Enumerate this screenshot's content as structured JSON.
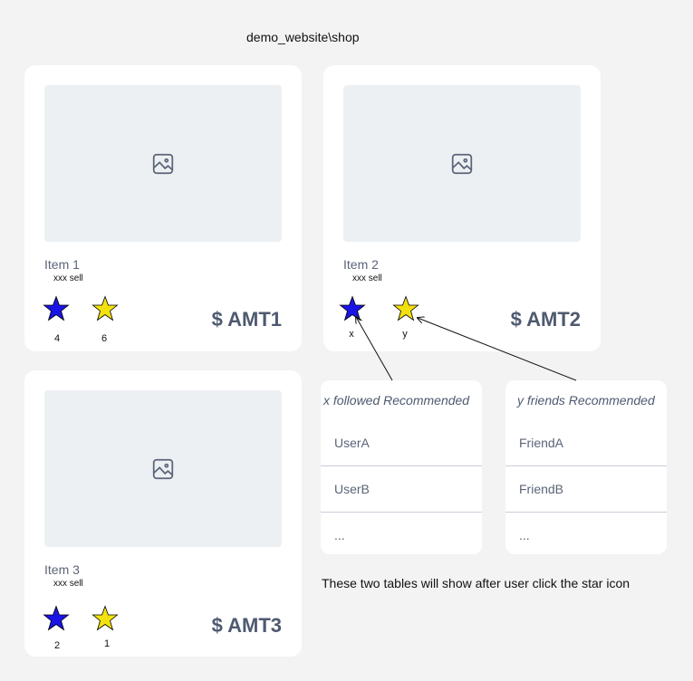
{
  "breadcrumb": "demo_website\\shop",
  "colors": {
    "star_blue": "#1a14e6",
    "star_yellow": "#f3e10f"
  },
  "products": [
    {
      "name": "Item 1",
      "sub": "xxx sell",
      "price": "$ AMT1",
      "blue_label": "4",
      "yellow_label": "6",
      "image_icon": "image-icon"
    },
    {
      "name": "Item 2",
      "sub": "xxx sell",
      "price": "$ AMT2",
      "blue_label": "x",
      "yellow_label": "y",
      "image_icon": "image-icon"
    },
    {
      "name": "Item 3",
      "sub": "xxx sell",
      "price": "$ AMT3",
      "blue_label": "2",
      "yellow_label": "1",
      "image_icon": "image-icon"
    }
  ],
  "panels": {
    "followed": {
      "title": "x followed Recommended",
      "rows": [
        "UserA",
        "UserB",
        "..."
      ]
    },
    "friends": {
      "title": "y friends Recommended",
      "rows": [
        "FriendA",
        "FriendB",
        "..."
      ]
    }
  },
  "note": "These two tables will show after user click the star icon"
}
